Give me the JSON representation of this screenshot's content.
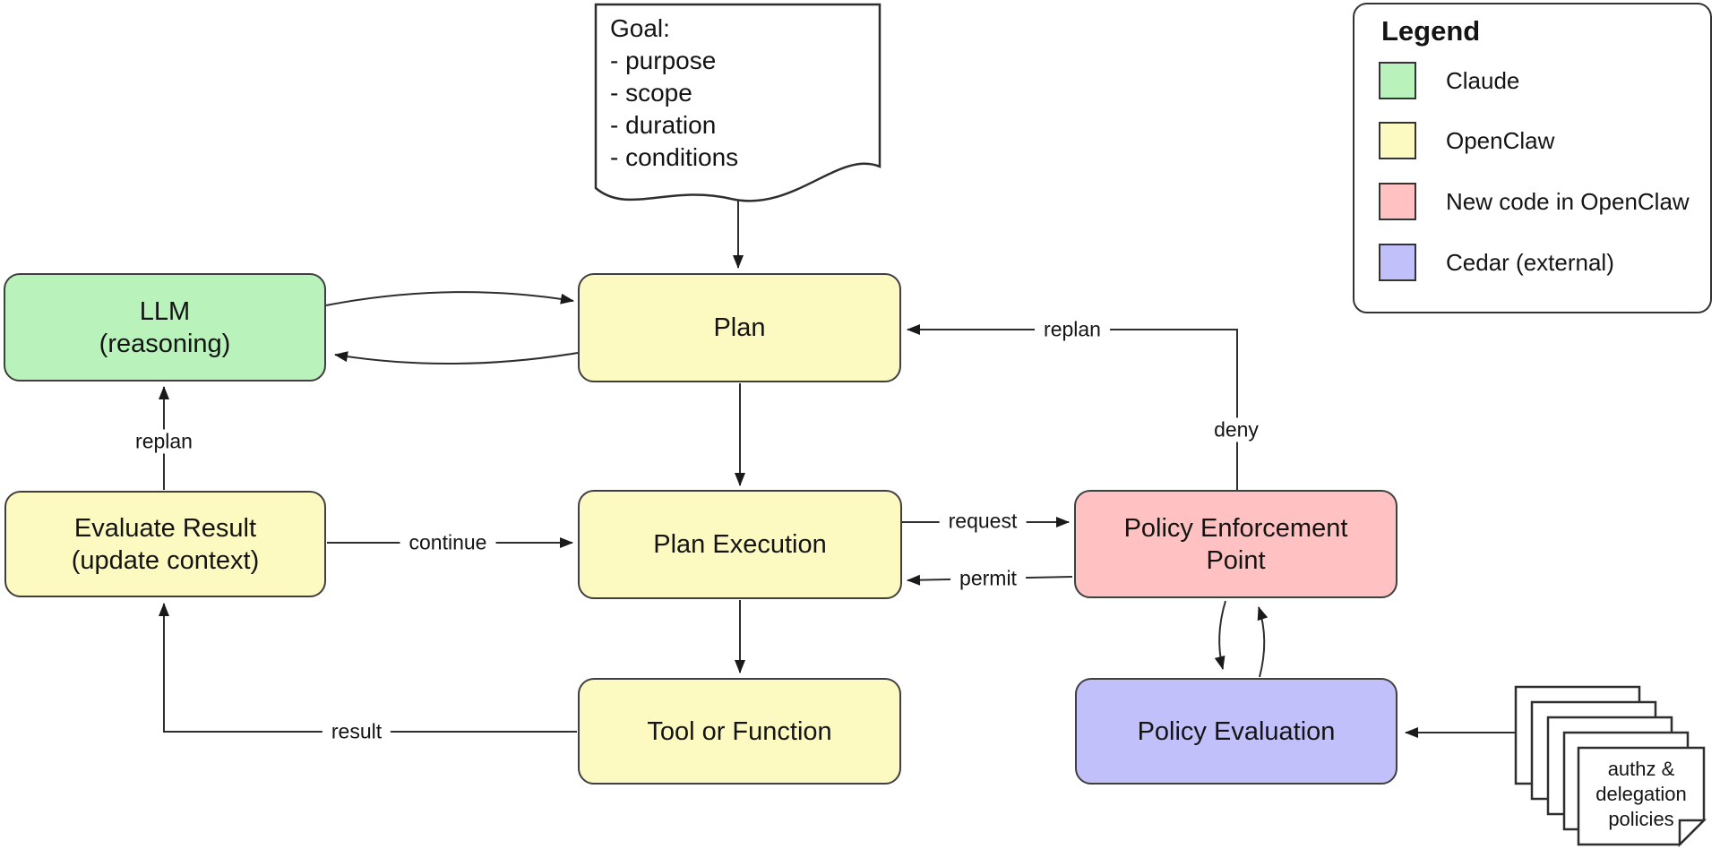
{
  "goal_note": {
    "text": "Goal:\n- purpose\n- scope\n- duration\n- conditions"
  },
  "nodes": {
    "llm": {
      "label": "LLM\n(reasoning)"
    },
    "plan": {
      "label": "Plan"
    },
    "evaluate_result": {
      "label": "Evaluate Result\n(update context)"
    },
    "plan_execution": {
      "label": "Plan Execution"
    },
    "tool_or_function": {
      "label": "Tool or Function"
    },
    "policy_enforcement_point": {
      "label": "Policy Enforcement\nPoint"
    },
    "policy_evaluation": {
      "label": "Policy Evaluation"
    }
  },
  "edge_labels": {
    "replan_left": "replan",
    "continue": "continue",
    "request": "request",
    "permit": "permit",
    "deny": "deny",
    "replan_right": "replan",
    "result": "result"
  },
  "policies_note": {
    "text": "authz &\ndelegation\npolicies"
  },
  "legend": {
    "title": "Legend",
    "items": [
      {
        "label": "Claude",
        "color": "#b9f2ba"
      },
      {
        "label": "OpenClaw",
        "color": "#fcfac1"
      },
      {
        "label": "New code in OpenClaw",
        "color": "#ffc1c1"
      },
      {
        "label": "Cedar (external)",
        "color": "#c2c0fb"
      }
    ]
  },
  "colors": {
    "claude": "#b9f2ba",
    "openclaw": "#fcfac1",
    "new_code": "#ffc1c1",
    "cedar": "#c2c0fb",
    "stroke": "#2e2e2e"
  }
}
